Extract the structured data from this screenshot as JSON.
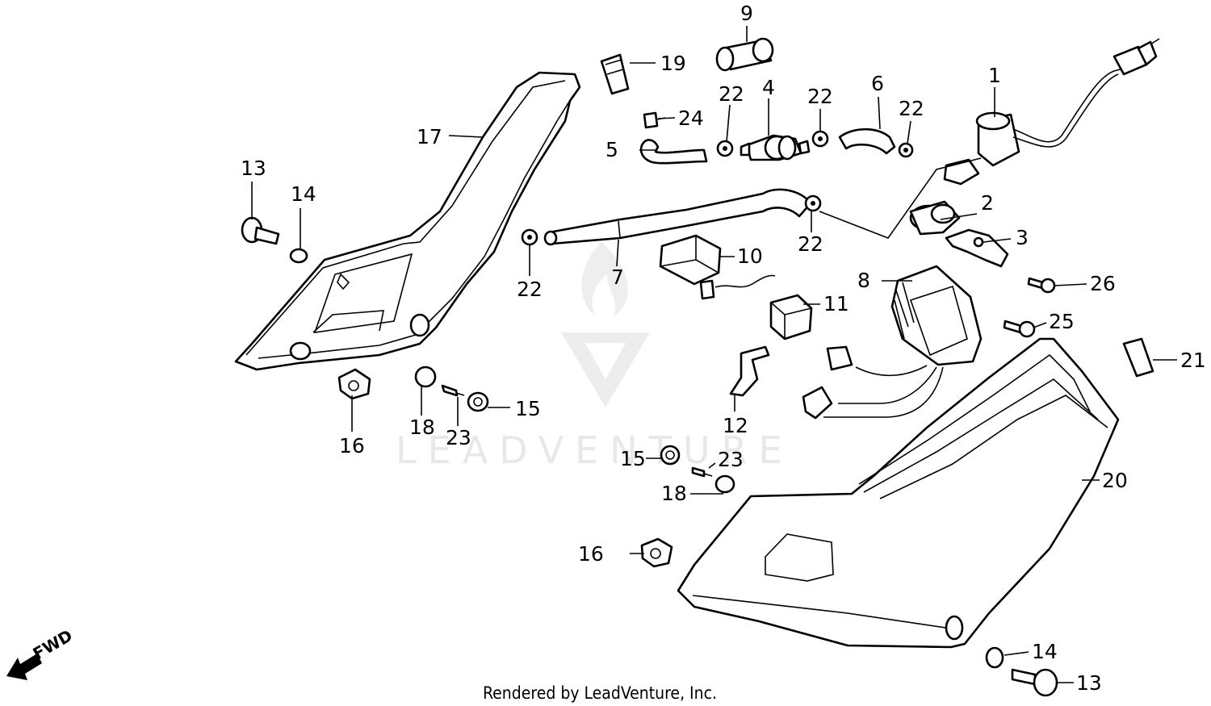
{
  "watermark": {
    "text": "LEADVENTURE"
  },
  "footer": {
    "text": "Rendered by LeadVenture, Inc."
  },
  "direction": {
    "label": "FWD"
  },
  "callouts": [
    "1",
    "2",
    "3",
    "4",
    "5",
    "6",
    "7",
    "8",
    "9",
    "10",
    "11",
    "12",
    "13",
    "14",
    "15",
    "16",
    "17",
    "18",
    "19",
    "20",
    "21",
    "22",
    "22",
    "22",
    "22",
    "22",
    "23",
    "23",
    "24",
    "25",
    "26",
    "13",
    "14",
    "15",
    "16",
    "18"
  ]
}
